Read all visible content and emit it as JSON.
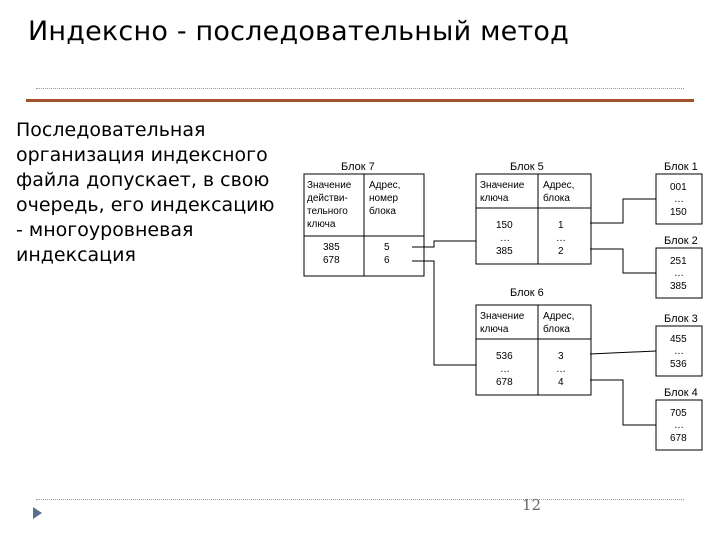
{
  "slide": {
    "title": "Индексно - последовательный метод",
    "body_text": "Последовательная организация индексного файла допускает, в свою очередь, его индексацию - многоуровневая индексация",
    "page_number": "12"
  },
  "diagram": {
    "ellipsis": "…",
    "block7": {
      "label": "Блок 7",
      "header_key": [
        "Значение",
        "действи-",
        "тельного",
        "ключа"
      ],
      "header_addr": [
        "Адрес,",
        "номер",
        "блока"
      ],
      "keys": [
        "385",
        "678"
      ],
      "addrs": [
        "5",
        "6"
      ]
    },
    "block5": {
      "label": "Блок 5",
      "header_key": [
        "Значение",
        "ключа"
      ],
      "header_addr": [
        "Адрес,",
        "блока"
      ],
      "key_top": "150",
      "key_bottom": "385",
      "addr_top": "1",
      "addr_bottom": "2"
    },
    "block6": {
      "label": "Блок 6",
      "header_key": [
        "Значение",
        "ключа"
      ],
      "header_addr": [
        "Адрес,",
        "блока"
      ],
      "key_top": "536",
      "key_bottom": "678",
      "addr_top": "3",
      "addr_bottom": "4"
    },
    "leaf_blocks": [
      {
        "label": "Блок 1",
        "top": "001",
        "bottom": "150"
      },
      {
        "label": "Блок 2",
        "top": "251",
        "bottom": "385"
      },
      {
        "label": "Блок 3",
        "top": "455",
        "bottom": "536"
      },
      {
        "label": "Блок 4",
        "top": "705",
        "bottom": "678"
      }
    ]
  }
}
